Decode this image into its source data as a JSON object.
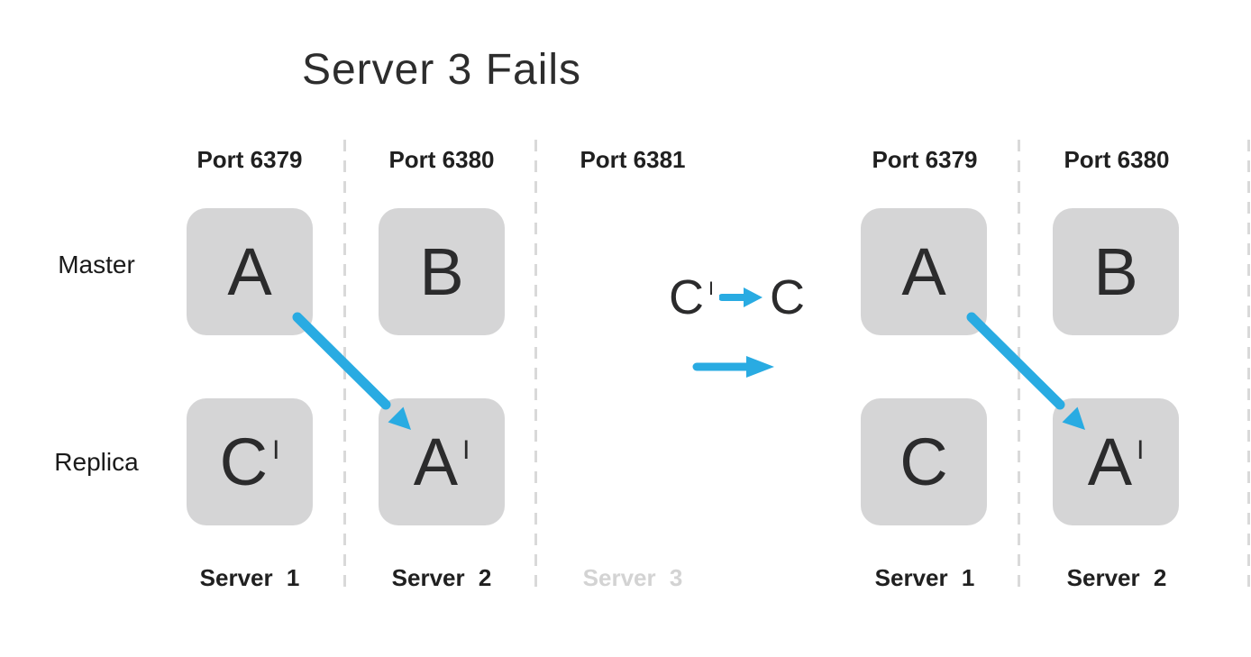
{
  "title": "Server 3 Fails",
  "colors": {
    "accent": "#29ABE2",
    "box_fill": "#D5D5D6",
    "letter": "#2B2B2C",
    "heading": "#2D2D2D",
    "label": "#202020",
    "row_label": "#1A1A1A",
    "muted": "#D3D3D3",
    "divider": "#D9D9D9"
  },
  "row_labels": {
    "master": "Master",
    "replica": "Replica"
  },
  "left_cluster": {
    "ports": [
      "Port 6379",
      "Port 6380",
      "Port 6381"
    ],
    "servers": [
      "Server 1",
      "Server 2",
      "Server 3"
    ],
    "boxes": {
      "master_6379": {
        "letter": "A",
        "prime": ""
      },
      "master_6380": {
        "letter": "B",
        "prime": ""
      },
      "replica_6379": {
        "letter": "C",
        "prime": "I"
      },
      "replica_6380": {
        "letter": "A",
        "prime": "I"
      }
    }
  },
  "failover_note": {
    "from_letter": "C",
    "from_prime": "I",
    "to_letter": "C"
  },
  "right_cluster": {
    "ports": [
      "Port 6379",
      "Port 6380"
    ],
    "servers": [
      "Server 1",
      "Server 2"
    ],
    "boxes": {
      "master_6379": {
        "letter": "A",
        "prime": ""
      },
      "master_6380": {
        "letter": "B",
        "prime": ""
      },
      "replica_6379": {
        "letter": "C",
        "prime": ""
      },
      "replica_6380": {
        "letter": "A",
        "prime": "I"
      }
    }
  }
}
